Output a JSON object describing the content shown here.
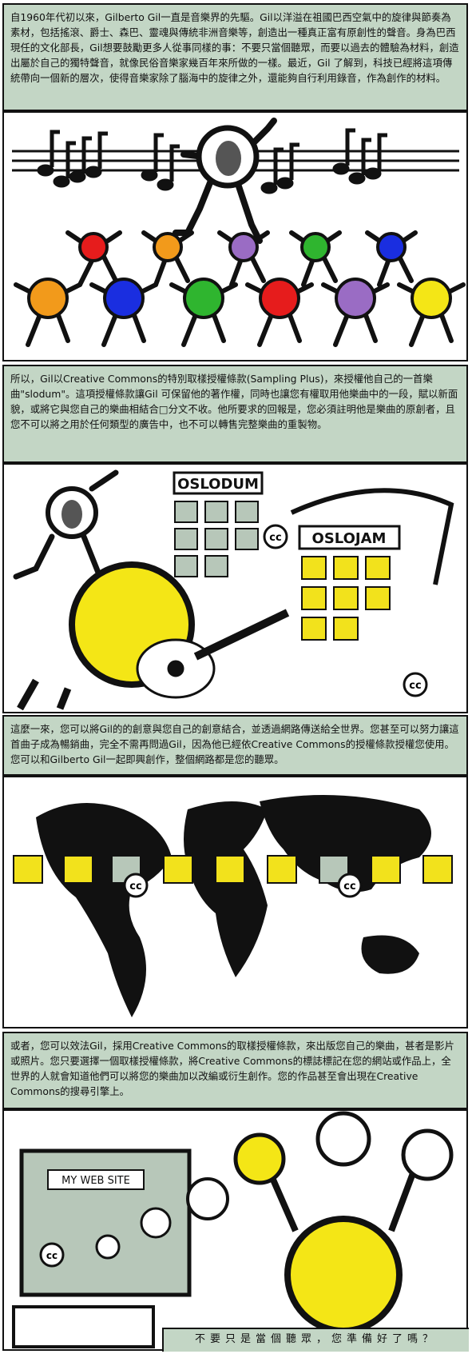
{
  "captions": {
    "p1": "自1960年代初以來，Gilberto Gil一直是音樂界的先驅。Gil以洋溢在祖國巴西空氣中的旋律與節奏為素材，包括搖滾、爵士、森巴、靈魂與傳統非洲音樂等，創造出一種真正富有原創性的聲音。身為巴西現任的文化部長，Gil想要鼓勵更多人從事同樣的事：不要只當個聽眾，而要以過去的體驗為材料，創造出屬於自己的獨特聲音，就像民俗音樂家幾百年來所做的一樣。最近，Gil 了解到，科技已經將這項傳統帶向一個新的層次，使得音樂家除了腦海中的旋律之外，還能夠自行利用錄音，作為創作的材料。",
    "p2": "所以，Gil以Creative Commons的特別取樣授權條款(Sampling Plus)，來授權他自己的一首樂曲\"slodum\"。這項授權條款讓Gil 可保留他的著作權，同時也讓您有權取用他樂曲中的一段，賦以新面貌，或將它與您自己的樂曲相結合□分文不收。他所要求的回報是，您必須註明他是樂曲的原創者，且您不可以將之用於任何類型的廣告中，也不可以轉售完整樂曲的重製物。",
    "p3": "這麼一來，您可以將Gil的的創意與您自己的創意結合，並透過網路傳送給全世界。您甚至可以努力讓這首曲子成為暢銷曲，完全不需再問過Gil，因為他已經依Creative Commons的授權條款授權您使用。您可以和Gilberto Gil一起即興創作，整個網路都是您的聽眾。",
    "p4": "或者，您可以效法Gil，採用Creative Commons的取樣授權條款，來出版您自己的樂曲，甚者是影片或照片。您只要選擇一個取樣授權條款，將Creative Commons的標誌標記在您的網站或作品上，全世界的人就會知道他們可以將您的樂曲加以改編或衍生創作。您的作品甚至會出現在Creative Commons的搜尋引擎上。"
  },
  "labels": {
    "oslodum": "OSLODUM",
    "oslojam": "OSLOJAM",
    "website": "MY WEB SITE",
    "cc": "cc"
  },
  "slogan": "不要只是當個聽眾，您準備好了嗎？",
  "colors": {
    "caption_bg": "#c3d6c5",
    "tile_gray": "#b7c7b9",
    "tile_yellow": "#f2e21c",
    "ball_orange": "#f29a1b",
    "ball_red": "#e61c1c",
    "ball_purple": "#9a6cc4",
    "ball_green": "#2fb52f",
    "ball_blue": "#1a2ee0",
    "ball_yellow": "#f4e616"
  }
}
